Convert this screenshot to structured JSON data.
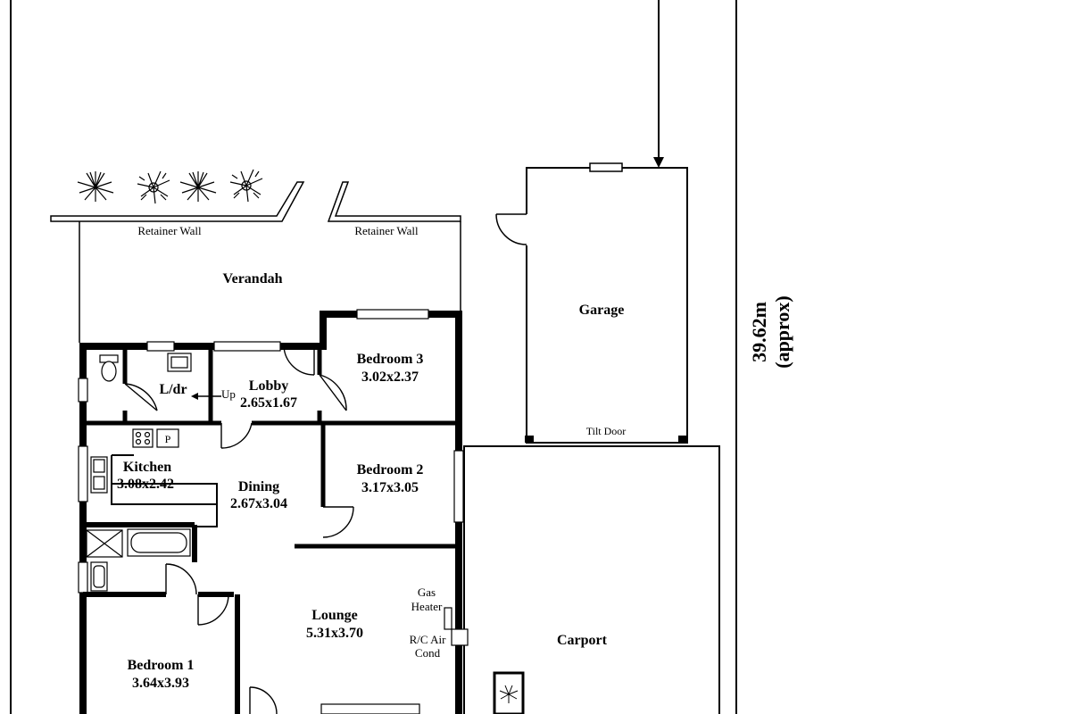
{
  "rooms": {
    "verandah": "Verandah",
    "garage": "Garage",
    "bedroom3": {
      "name": "Bedroom 3",
      "size": "3.02x2.37"
    },
    "lobby": {
      "name": "Lobby",
      "size": "2.65x1.67"
    },
    "laundry": "L/dr",
    "kitchen": {
      "name": "Kitchen",
      "size": "3.08x2.42"
    },
    "dining": {
      "name": "Dining",
      "size": "2.67x3.04"
    },
    "bedroom2": {
      "name": "Bedroom 2",
      "size": "3.17x3.05"
    },
    "lounge": {
      "name": "Lounge",
      "size": "5.31x3.70"
    },
    "bedroom1": {
      "name": "Bedroom 1",
      "size": "3.64x3.93"
    },
    "carport": "Carport"
  },
  "labels": {
    "retainer_wall_left": "Retainer Wall",
    "retainer_wall_right": "Retainer Wall",
    "tilt_door": "Tilt Door",
    "up": "Up",
    "pantry": "P",
    "gas_heater_line1": "Gas",
    "gas_heater_line2": "Heater",
    "air_cond_line1": "R/C Air",
    "air_cond_line2": "Cond"
  },
  "dimension": {
    "length": "39.62m",
    "note": "(approx)"
  }
}
